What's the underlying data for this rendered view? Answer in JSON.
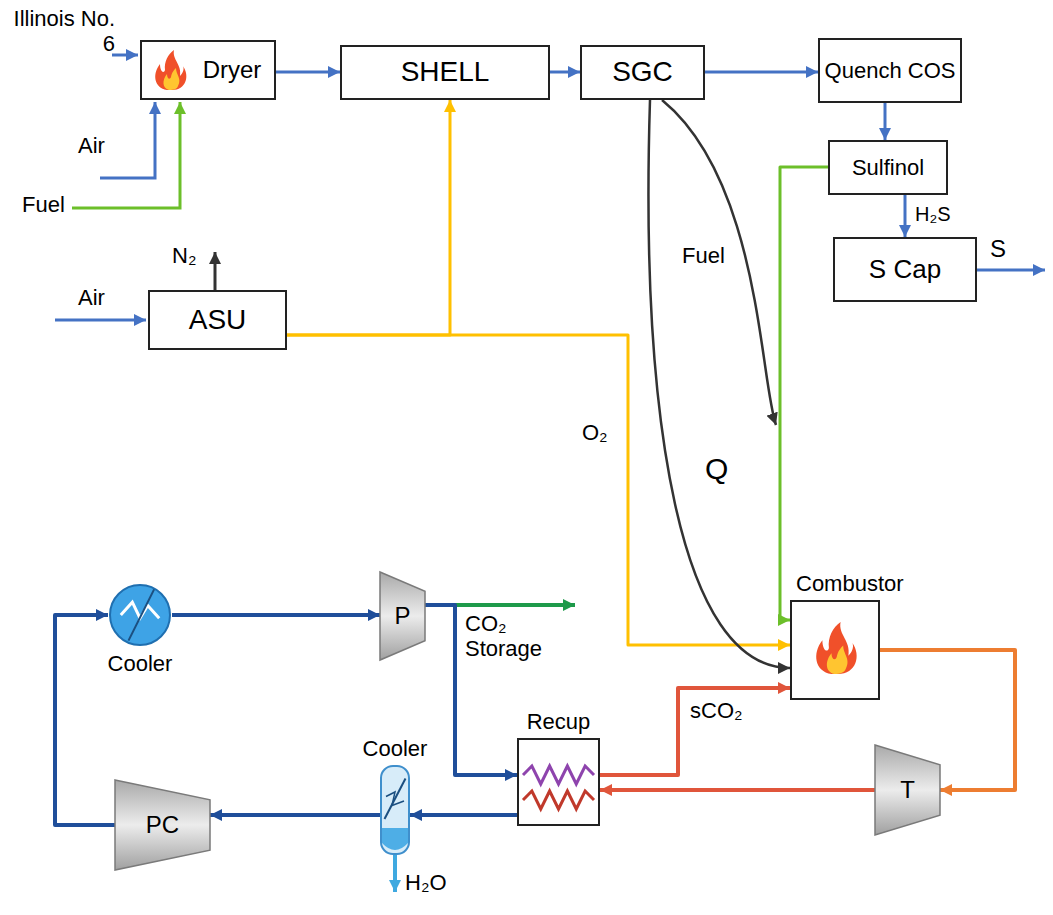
{
  "diagram": {
    "nodes": [
      {
        "text": [
          "Dryer"
        ]
      },
      {
        "text": [
          "SHELL"
        ]
      },
      {
        "text": [
          "SGC"
        ]
      },
      {
        "text": [
          "Quench COS"
        ]
      },
      {
        "text": [
          "Sulfinol"
        ]
      },
      {
        "text": [
          "S Cap"
        ]
      },
      {
        "text": [
          "ASU"
        ]
      },
      {
        "text": [
          "Cooler"
        ]
      },
      {
        "text": [
          "P"
        ]
      },
      {
        "text": [
          "Recup"
        ]
      },
      {
        "text": [
          "Combustor"
        ]
      },
      {
        "text": [
          "T"
        ]
      },
      {
        "text": [
          "Cooler"
        ]
      },
      {
        "text": [
          "PC"
        ]
      }
    ],
    "edges": [
      {
        "from": 0,
        "to": 1,
        "arrow": "to"
      },
      {
        "from": 1,
        "to": 2,
        "arrow": "to"
      },
      {
        "from": 2,
        "to": 3,
        "arrow": "to"
      },
      {
        "from": 3,
        "to": 4,
        "arrow": "to"
      },
      {
        "from": 4,
        "to": 5,
        "label": "H₂S",
        "arrow": "to"
      },
      {
        "from": 6,
        "to": 1,
        "arrow": "to"
      },
      {
        "from": 6,
        "to": 10,
        "label": "O₂",
        "arrow": "to"
      },
      {
        "from": 4,
        "to": 10,
        "label": "Fuel",
        "arrow": "to"
      },
      {
        "from": 2,
        "to": 10,
        "label": "Q",
        "arrow": "to"
      },
      {
        "from": 7,
        "to": 8,
        "arrow": "to"
      },
      {
        "from": 8,
        "to": 9,
        "arrow": "to"
      },
      {
        "from": 9,
        "to": 10,
        "label": "sCO₂",
        "arrow": "to"
      },
      {
        "from": 10,
        "to": 11,
        "arrow": "to"
      },
      {
        "from": 11,
        "to": 9,
        "arrow": "to"
      },
      {
        "from": 9,
        "to": 12,
        "arrow": "to"
      },
      {
        "from": 12,
        "to": 13,
        "arrow": "to"
      },
      {
        "from": 13,
        "to": 7,
        "arrow": "to"
      }
    ],
    "labels": [
      "Illinois No. 6",
      "Air",
      "Fuel",
      "N₂",
      "Air",
      "S",
      "CO₂ Storage",
      "H₂O"
    ]
  }
}
